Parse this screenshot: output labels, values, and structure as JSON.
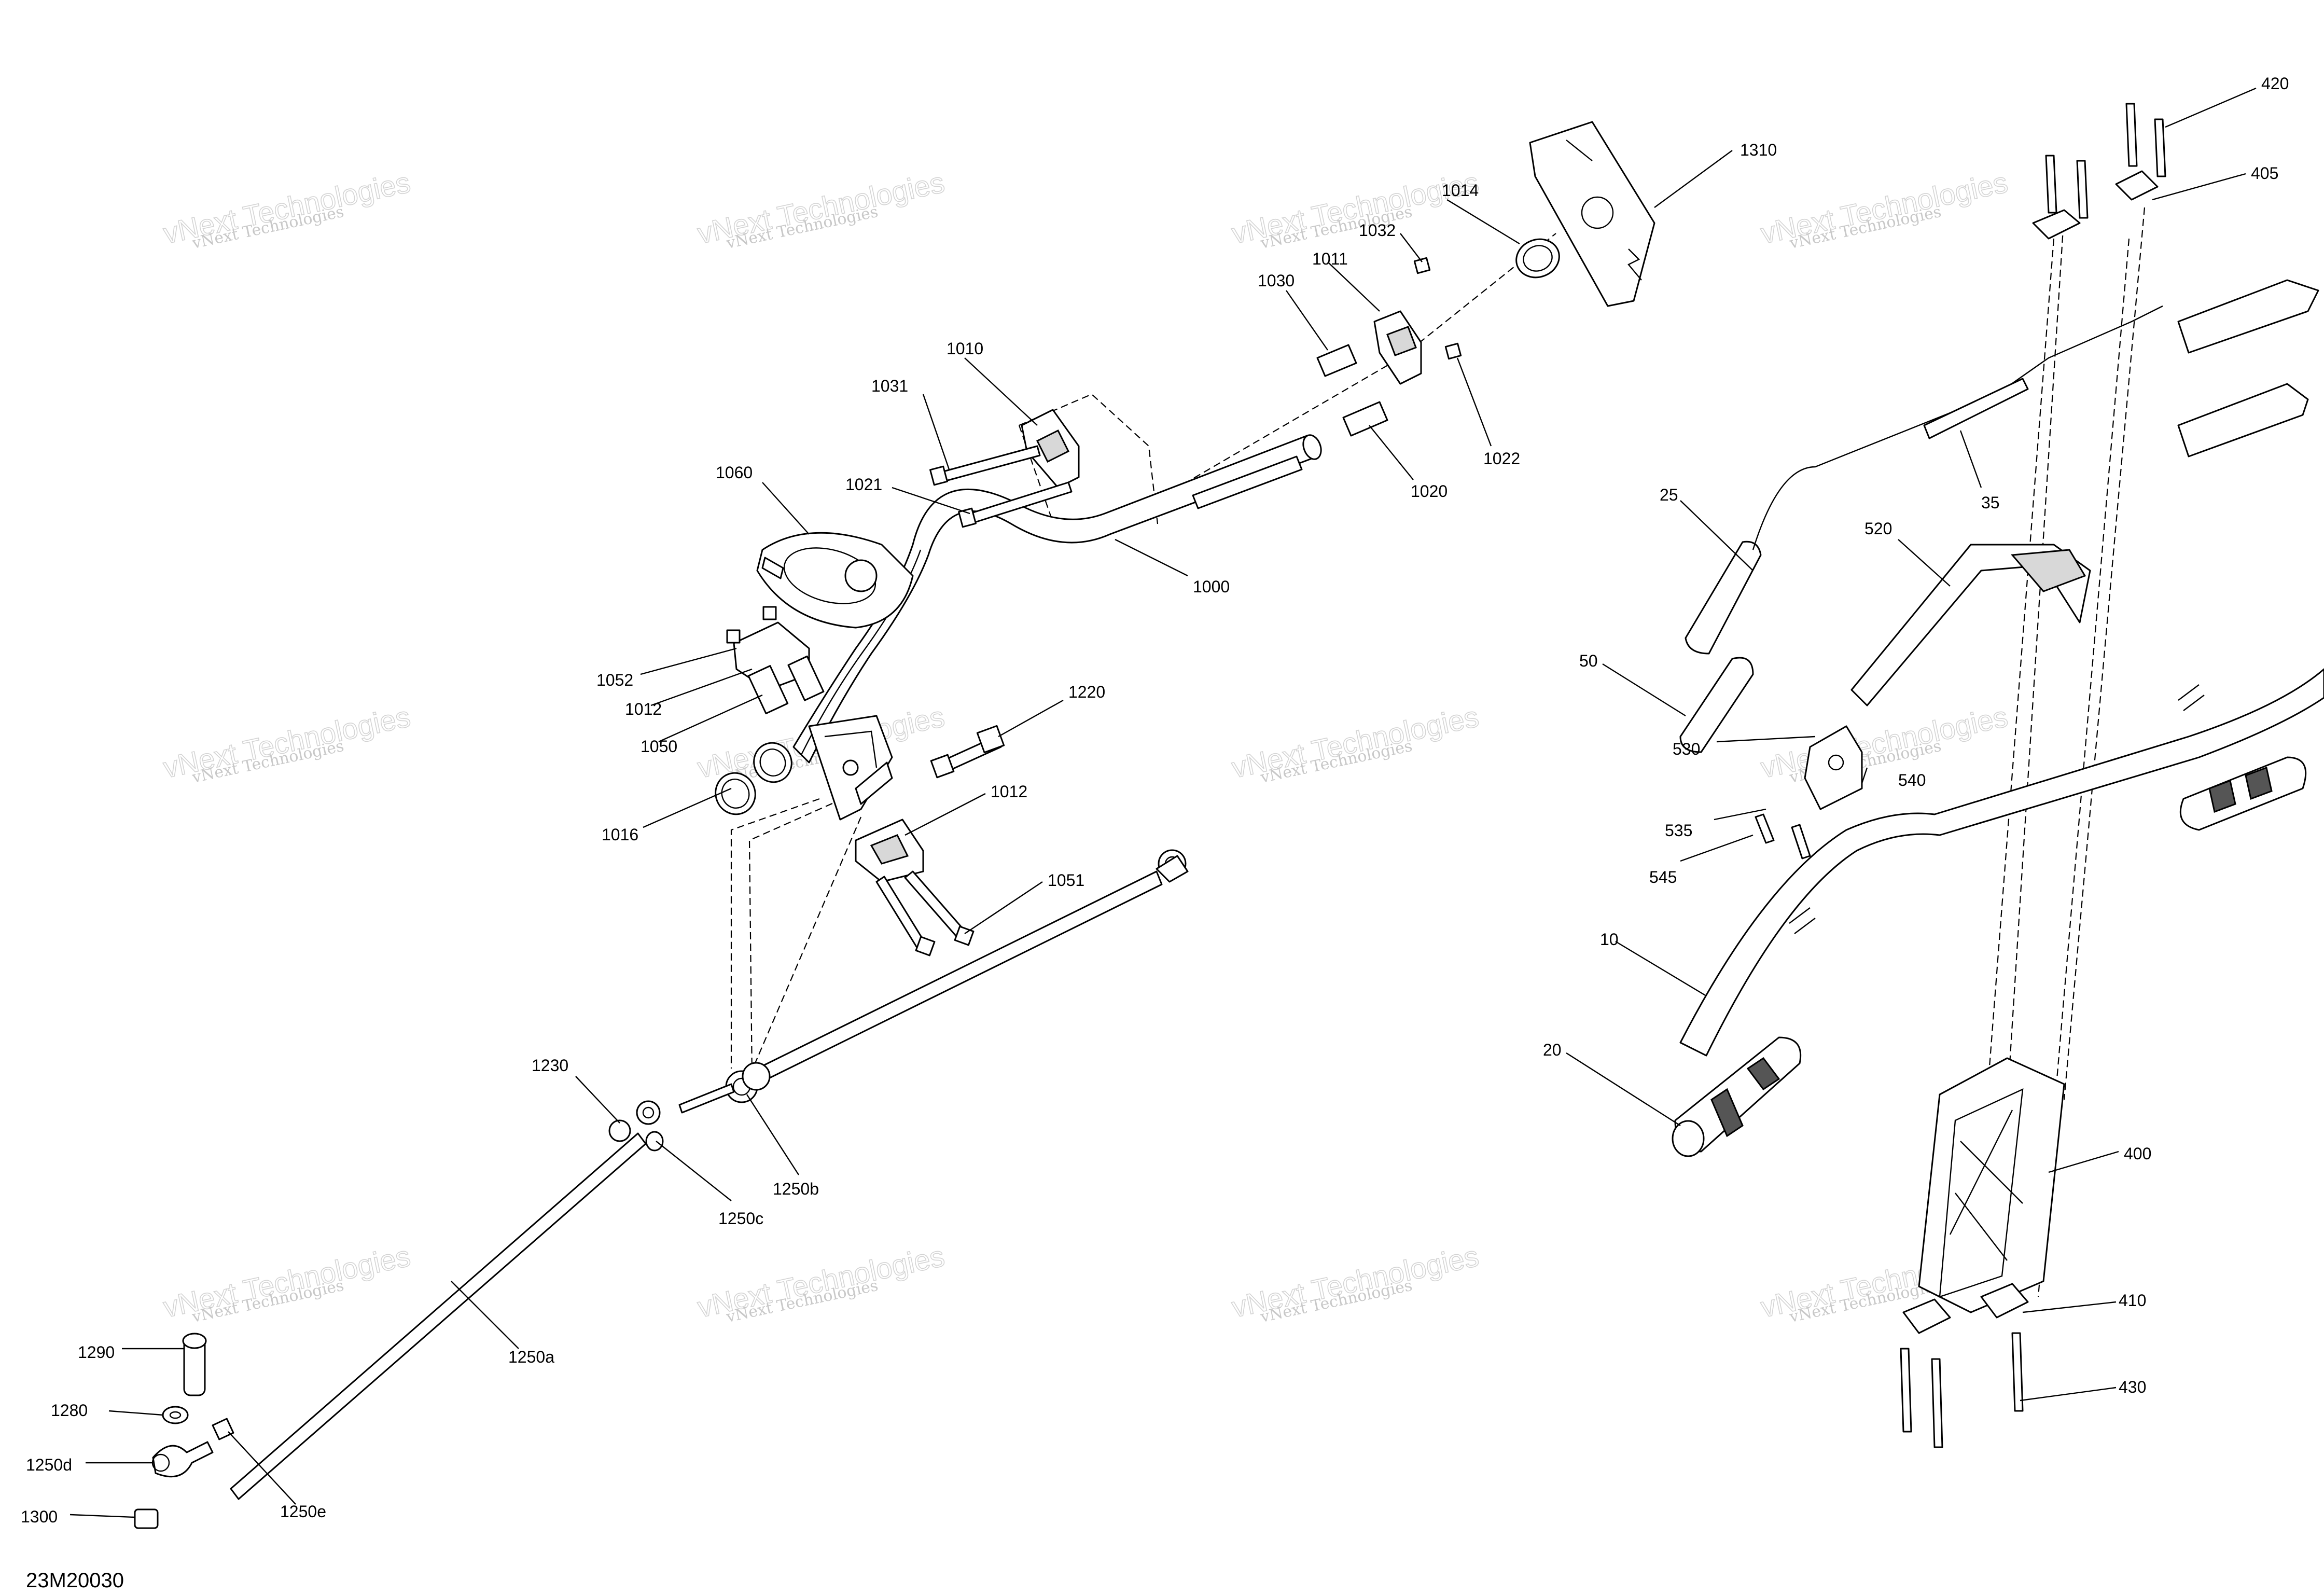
{
  "document_code": "23M20030",
  "watermark": {
    "line1": "vNext Technologies",
    "line2": "vNext Technologies"
  },
  "labels": {
    "p420": "420",
    "p405": "405",
    "p1310": "1310",
    "p1014": "1014",
    "p1032": "1032",
    "p1011": "1011",
    "p1030": "1030",
    "p1010": "1010",
    "p1031": "1031",
    "p1021": "1021",
    "p1060": "1060",
    "p1022": "1022",
    "p1020": "1020",
    "p1000": "1000",
    "p35": "35",
    "p25": "25",
    "p520": "520",
    "p1052": "1052",
    "p1012a": "1012",
    "p1050": "1050",
    "p1220": "1220",
    "p50": "50",
    "p530": "530",
    "p540": "540",
    "p535": "535",
    "p545": "545",
    "p1016": "1016",
    "p1012b": "1012",
    "p1051": "1051",
    "p10": "10",
    "p1230": "1230",
    "p20": "20",
    "p400": "400",
    "p1250b": "1250b",
    "p1250c": "1250c",
    "p1250a": "1250a",
    "p1290": "1290",
    "p1280": "1280",
    "p1250d": "1250d",
    "p1300": "1300",
    "p1250e": "1250e",
    "p410": "410",
    "p430": "430"
  }
}
